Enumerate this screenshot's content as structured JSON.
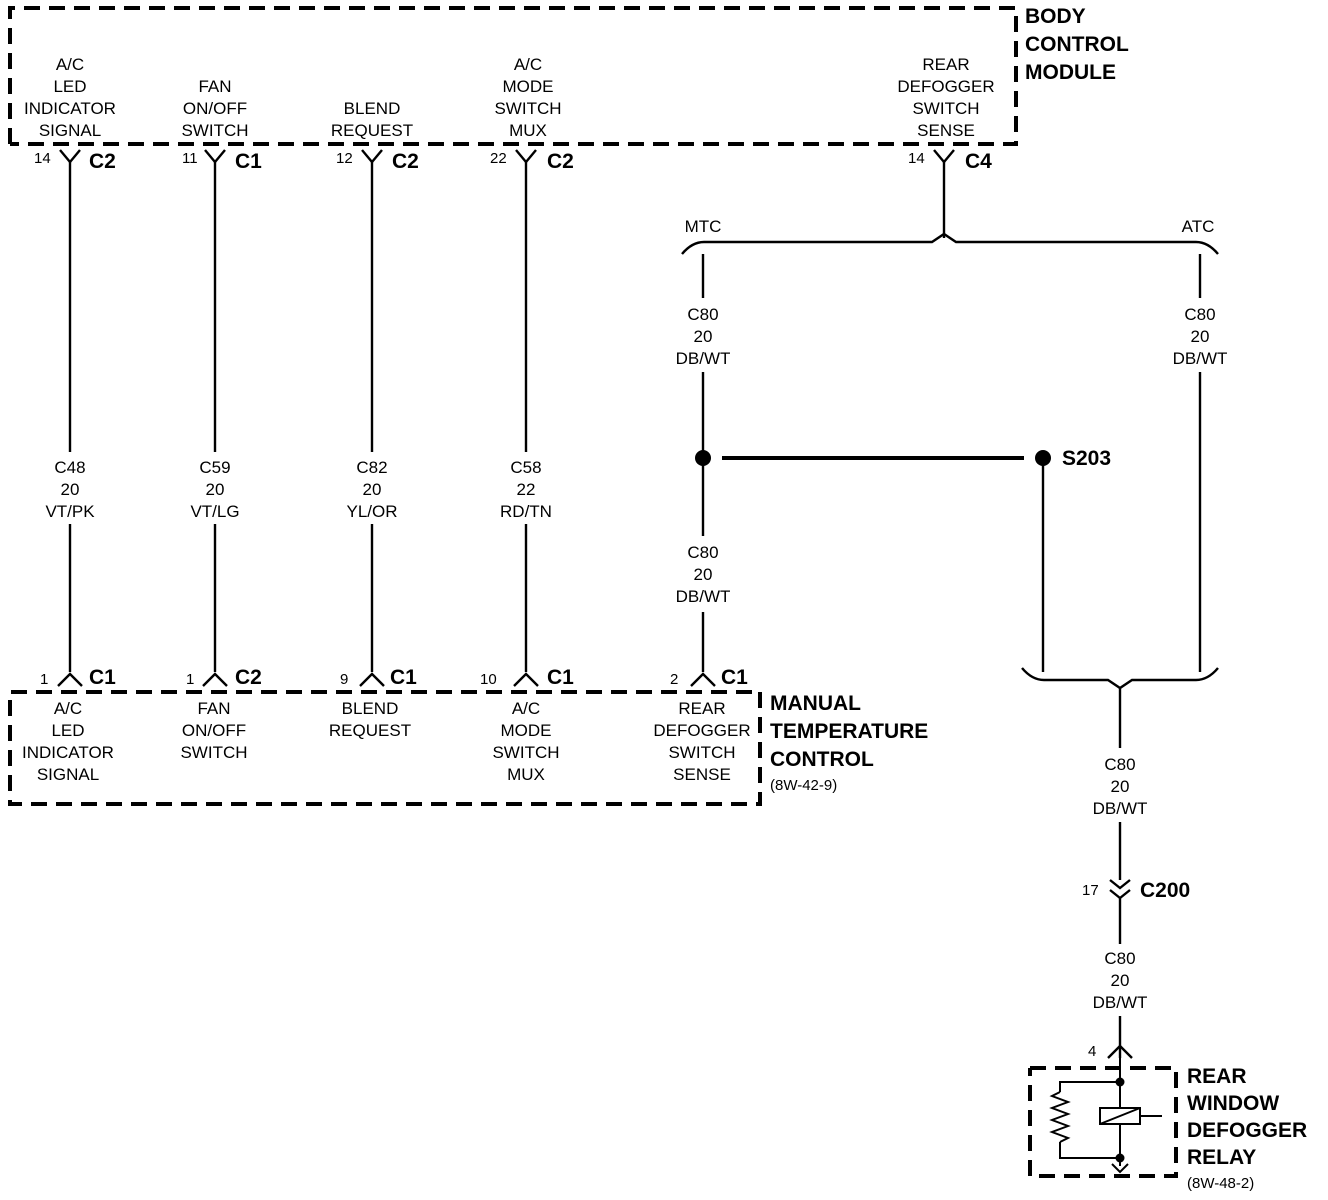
{
  "bcm": {
    "name_lines": [
      "BODY",
      "CONTROL",
      "MODULE"
    ],
    "pins": [
      {
        "lines": [
          "A/C",
          "LED",
          "INDICATOR",
          "SIGNAL"
        ],
        "pin": "14",
        "connector": "C2"
      },
      {
        "lines": [
          "FAN",
          "ON/OFF",
          "SWITCH"
        ],
        "pin": "11",
        "connector": "C1"
      },
      {
        "lines": [
          "BLEND",
          "REQUEST"
        ],
        "pin": "12",
        "connector": "C2"
      },
      {
        "lines": [
          "A/C",
          "MODE",
          "SWITCH",
          "MUX"
        ],
        "pin": "22",
        "connector": "C2"
      },
      {
        "lines": [
          "REAR",
          "DEFOGGER",
          "SWITCH",
          "SENSE"
        ],
        "pin": "14",
        "connector": "C4"
      }
    ]
  },
  "wires": [
    {
      "lines": [
        "C48",
        "20",
        "VT/PK"
      ]
    },
    {
      "lines": [
        "C59",
        "20",
        "VT/LG"
      ]
    },
    {
      "lines": [
        "C82",
        "20",
        "YL/OR"
      ]
    },
    {
      "lines": [
        "C58",
        "22",
        "RD/TN"
      ]
    }
  ],
  "branch": {
    "left": "MTC",
    "right": "ATC"
  },
  "c80_labels": [
    {
      "lines": [
        "C80",
        "20",
        "DB/WT"
      ]
    },
    {
      "lines": [
        "C80",
        "20",
        "DB/WT"
      ]
    },
    {
      "lines": [
        "C80",
        "20",
        "DB/WT"
      ]
    },
    {
      "lines": [
        "C80",
        "20",
        "DB/WT"
      ]
    },
    {
      "lines": [
        "C80",
        "20",
        "DB/WT"
      ]
    }
  ],
  "splice": "S203",
  "mtc": {
    "name_lines": [
      "MANUAL",
      "TEMPERATURE",
      "CONTROL"
    ],
    "ref": "(8W-42-9)",
    "pins": [
      {
        "lines": [
          "A/C",
          "LED",
          "INDICATOR",
          "SIGNAL"
        ],
        "pin": "1",
        "connector": "C1"
      },
      {
        "lines": [
          "FAN",
          "ON/OFF",
          "SWITCH"
        ],
        "pin": "1",
        "connector": "C2"
      },
      {
        "lines": [
          "BLEND",
          "REQUEST"
        ],
        "pin": "9",
        "connector": "C1"
      },
      {
        "lines": [
          "A/C",
          "MODE",
          "SWITCH",
          "MUX"
        ],
        "pin": "10",
        "connector": "C1"
      },
      {
        "lines": [
          "REAR",
          "DEFOGGER",
          "SWITCH",
          "SENSE"
        ],
        "pin": "2",
        "connector": "C1"
      }
    ]
  },
  "c200": {
    "pin": "17",
    "connector": "C200"
  },
  "relay": {
    "name_lines": [
      "REAR",
      "WINDOW",
      "DEFOGGER",
      "RELAY"
    ],
    "ref": "(8W-48-2)",
    "pin": "4"
  }
}
